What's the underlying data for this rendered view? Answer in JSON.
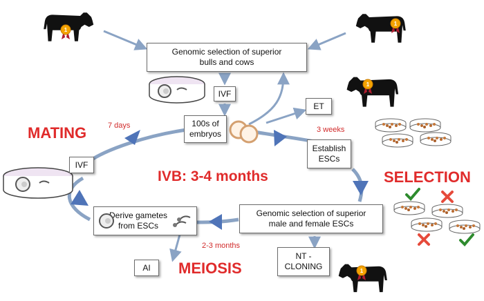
{
  "boxes": {
    "genomic_top": "Genomic selection of superior\nbulls and cows",
    "ivf_top": "IVF",
    "embryos": "100s of\nembryos",
    "et": "ET",
    "establish": "Establish\nESCs",
    "ivf_left": "IVF",
    "genomic_mid": "Genomic selection of superior\nmale and female ESCs",
    "derive": "Derive gametes\nfrom ESCs",
    "ai": "AI",
    "nt": "NT -\nCLONING"
  },
  "labels": {
    "mating": "MATING",
    "selection": "SELECTION",
    "meiosis": "MEIOSIS",
    "ivb": "IVB: 3-4 months",
    "days7": "7 days",
    "weeks3": "3 weeks",
    "months23": "2-3 months"
  },
  "colors": {
    "arrow": "#8aa3c4",
    "cycle": "#5b7fbf",
    "red": "#e02b2b",
    "check": "#2e8b2e",
    "cross": "#e64a3b"
  },
  "icons": [
    "bull-icon",
    "cow-icon",
    "medal-icon",
    "petri-dish-icon",
    "embryo-icon",
    "check-icon",
    "cross-icon",
    "sperm-icon",
    "oocyte-icon"
  ]
}
